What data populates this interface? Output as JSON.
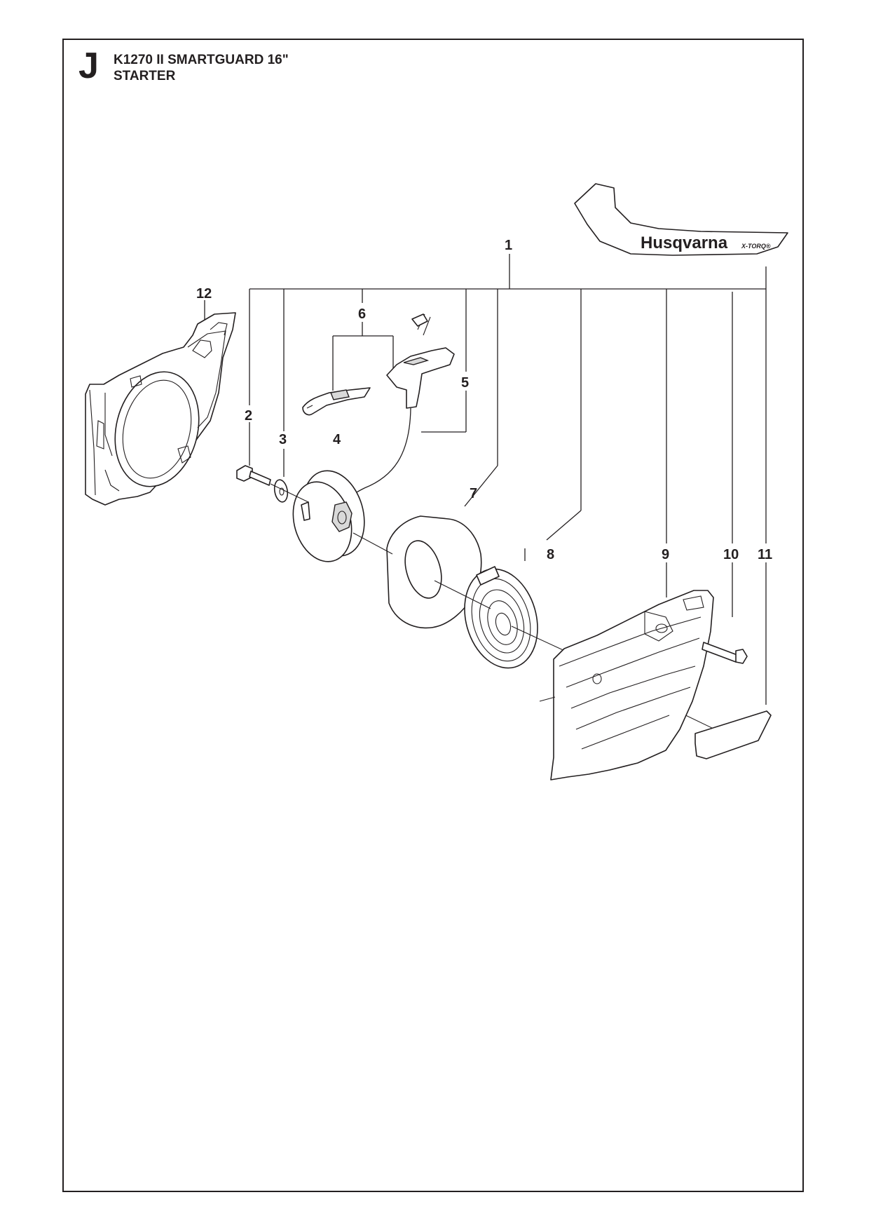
{
  "page": {
    "section_letter": "J",
    "model": "K1270 II SMARTGUARD 16\"",
    "section_title": "STARTER"
  },
  "decal": {
    "brand": "Husqvarna",
    "subbrand": "X-TORQ®"
  },
  "callouts": [
    {
      "id": "1",
      "label": "1"
    },
    {
      "id": "2",
      "label": "2"
    },
    {
      "id": "3",
      "label": "3"
    },
    {
      "id": "4",
      "label": "4"
    },
    {
      "id": "5",
      "label": "5"
    },
    {
      "id": "6",
      "label": "6"
    },
    {
      "id": "7",
      "label": "7"
    },
    {
      "id": "8",
      "label": "8"
    },
    {
      "id": "9",
      "label": "9"
    },
    {
      "id": "10",
      "label": "10"
    },
    {
      "id": "11",
      "label": "11"
    },
    {
      "id": "12",
      "label": "12"
    }
  ]
}
